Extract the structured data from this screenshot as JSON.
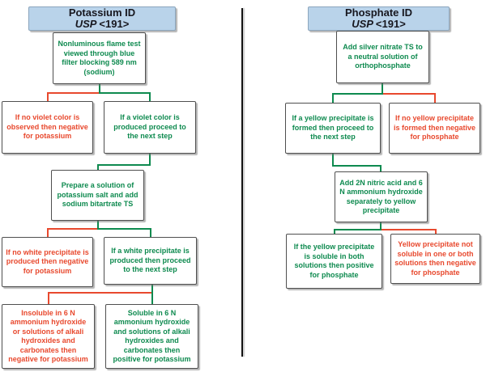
{
  "colors": {
    "green": "#0e8a4f",
    "red": "#e8492e",
    "header_bg": "#b9d3ea",
    "header_border": "#8ca6bd",
    "header_text": "#17171f",
    "box_border": "#4f4f4f",
    "divider": "#121212"
  },
  "potassium": {
    "header": {
      "title": "Potassium ID",
      "usp": "USP",
      "code": "<191>"
    },
    "step1": "Nonluminous flame test viewed through blue filter blocking 589 nm (sodium)",
    "negative1": "If no violet color is observed then negative for potassium",
    "positive1": "If a violet color is produced proceed to the next step",
    "step2": "Prepare a solution of potassium salt and add sodium bitartrate TS",
    "negative2": "If no white precipitate is produced then negative for potassium",
    "positive2": "If a white precipitate is produced then proceed to the next step",
    "negative3": "Insoluble in 6 N ammonium hydroxide or solutions of alkali hydroxides and carbonates then negative for potassium",
    "positive3": "Soluble in 6 N ammonium hydroxide and solutions of alkali hydroxides and carbonates then positive for potassium"
  },
  "phosphate": {
    "header": {
      "title": "Phosphate ID",
      "usp": "USP",
      "code": "<191>"
    },
    "step1": "Add silver nitrate TS to a neutral solution of orthophosphate",
    "positive1": "If a yellow precipitate is formed then proceed to the next step",
    "negative1": "If no yellow precipitate is formed then negative for phosphate",
    "step2": "Add 2N nitric acid and 6 N ammonium hydroxide separately to yellow precipitate",
    "positive2": "If the yellow precipitate is soluble in both solutions then positive for phosphate",
    "negative2": "Yellow precipitate not soluble in one or both solutions then negative for phosphate"
  }
}
